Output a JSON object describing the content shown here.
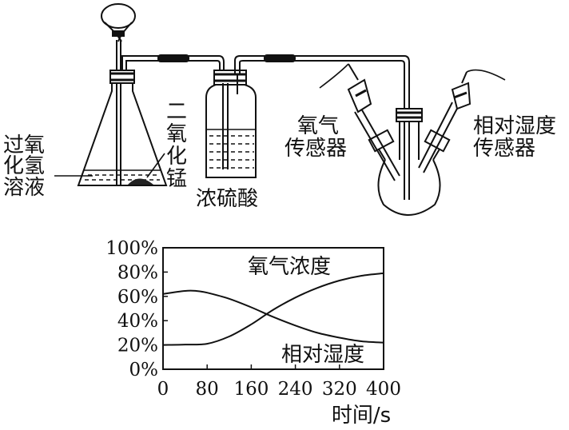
{
  "apparatus": {
    "hydrogen_peroxide_label": [
      "过氧",
      "化氢",
      "溶液"
    ],
    "manganese_dioxide_label": [
      "二",
      "氧",
      "化",
      "锰"
    ],
    "sulfuric_acid_label": "浓硫酸",
    "oxygen_sensor_label": [
      "氧气",
      "传感器"
    ],
    "humidity_sensor_label": [
      "相对湿度",
      "传感器"
    ]
  },
  "chart_data": {
    "type": "line",
    "xlabel": "时间/s",
    "ylabel": "",
    "xlim": [
      0,
      400
    ],
    "ylim": [
      0,
      100
    ],
    "x_ticks": [
      "0",
      "80",
      "160",
      "240",
      "320",
      "400"
    ],
    "y_ticks": [
      "100%",
      "80%",
      "60%",
      "40%",
      "20%",
      "0%"
    ],
    "series": [
      {
        "name": "氧气浓度",
        "x": [
          0,
          40,
          80,
          120,
          160,
          200,
          240,
          280,
          320,
          360,
          400
        ],
        "y": [
          20,
          20.3,
          21,
          27,
          37,
          49,
          59,
          67,
          73,
          77,
          79
        ],
        "label_position": "upper-right"
      },
      {
        "name": "相对湿度",
        "x": [
          0,
          40,
          60,
          80,
          120,
          160,
          200,
          240,
          280,
          320,
          360,
          400
        ],
        "y": [
          62,
          64.5,
          64.5,
          63,
          58,
          51,
          43,
          36,
          30,
          26,
          23,
          22
        ],
        "label_position": "lower-right"
      }
    ],
    "grid": false,
    "legend": "inline labels"
  }
}
